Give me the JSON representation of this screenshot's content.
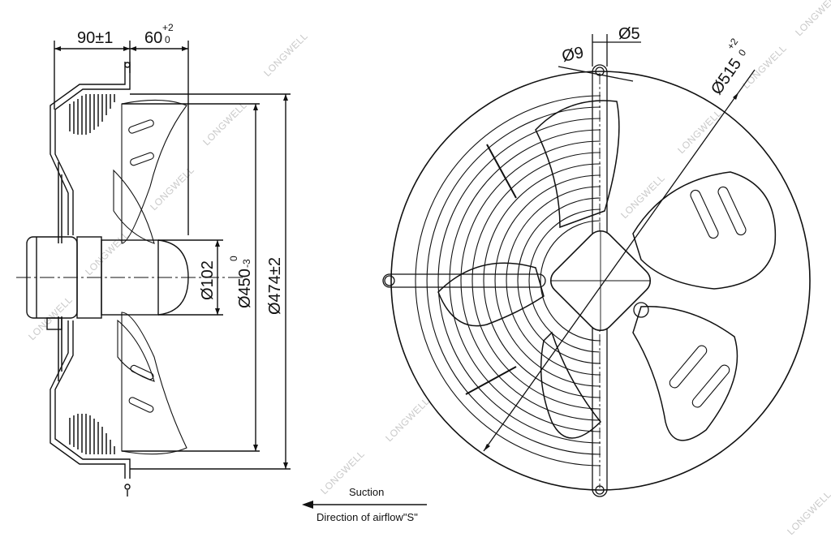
{
  "side_view": {
    "dim_depth_1": "90±1",
    "dim_depth_2_main": "60",
    "dim_depth_2_upper": "+2",
    "dim_depth_2_lower": "0",
    "dim_hub": "Ø102",
    "dim_blade_main": "Ø450",
    "dim_blade_upper": "0",
    "dim_blade_lower": "-3",
    "dim_frame": "Ø474±2"
  },
  "front_view": {
    "dim_hole": "Ø9",
    "dim_slot": "Ø5",
    "dim_outer_main": "Ø515",
    "dim_outer_upper": "+2",
    "dim_outer_lower": "0"
  },
  "airflow": {
    "suction_label": "Suction",
    "direction_label": "Direction of airflow\"S\""
  },
  "watermark": "LONGWELL",
  "colors": {
    "line": "#111111",
    "hatch": "#222222",
    "watermark": "#c9c9c9"
  }
}
